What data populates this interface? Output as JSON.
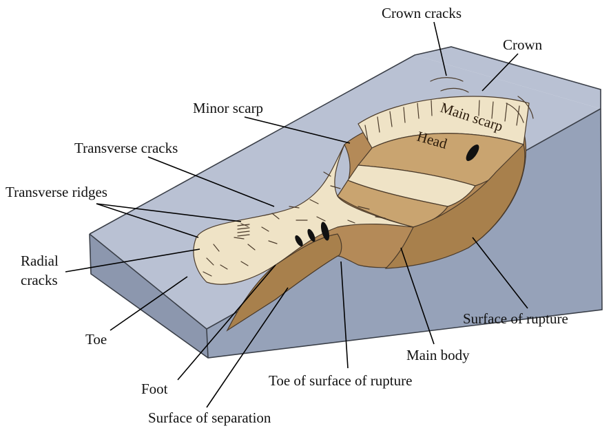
{
  "diagram": {
    "colors": {
      "top_surface": "#b9c1d3",
      "left_face": "#8c97ae",
      "right_face": "#96a2b9",
      "slide_light": "#efe3c6",
      "slide_mid": "#c9a470",
      "slide_dark": "#a8804c",
      "rupture_surface": "#b48a58"
    },
    "labels": {
      "crown_cracks": "Crown cracks",
      "crown": "Crown",
      "minor_scarp": "Minor scarp",
      "main_scarp": "Main scarp",
      "head": "Head",
      "transverse_cracks": "Transverse cracks",
      "transverse_ridges": "Transverse ridges",
      "radial_cracks_line1": "Radial",
      "radial_cracks_line2": "cracks",
      "toe": "Toe",
      "foot": "Foot",
      "surface_of_separation": "Surface of separation",
      "toe_of_surface_of_rupture": "Toe of surface of rupture",
      "main_body": "Main body",
      "surface_of_rupture": "Surface of rupture"
    }
  }
}
